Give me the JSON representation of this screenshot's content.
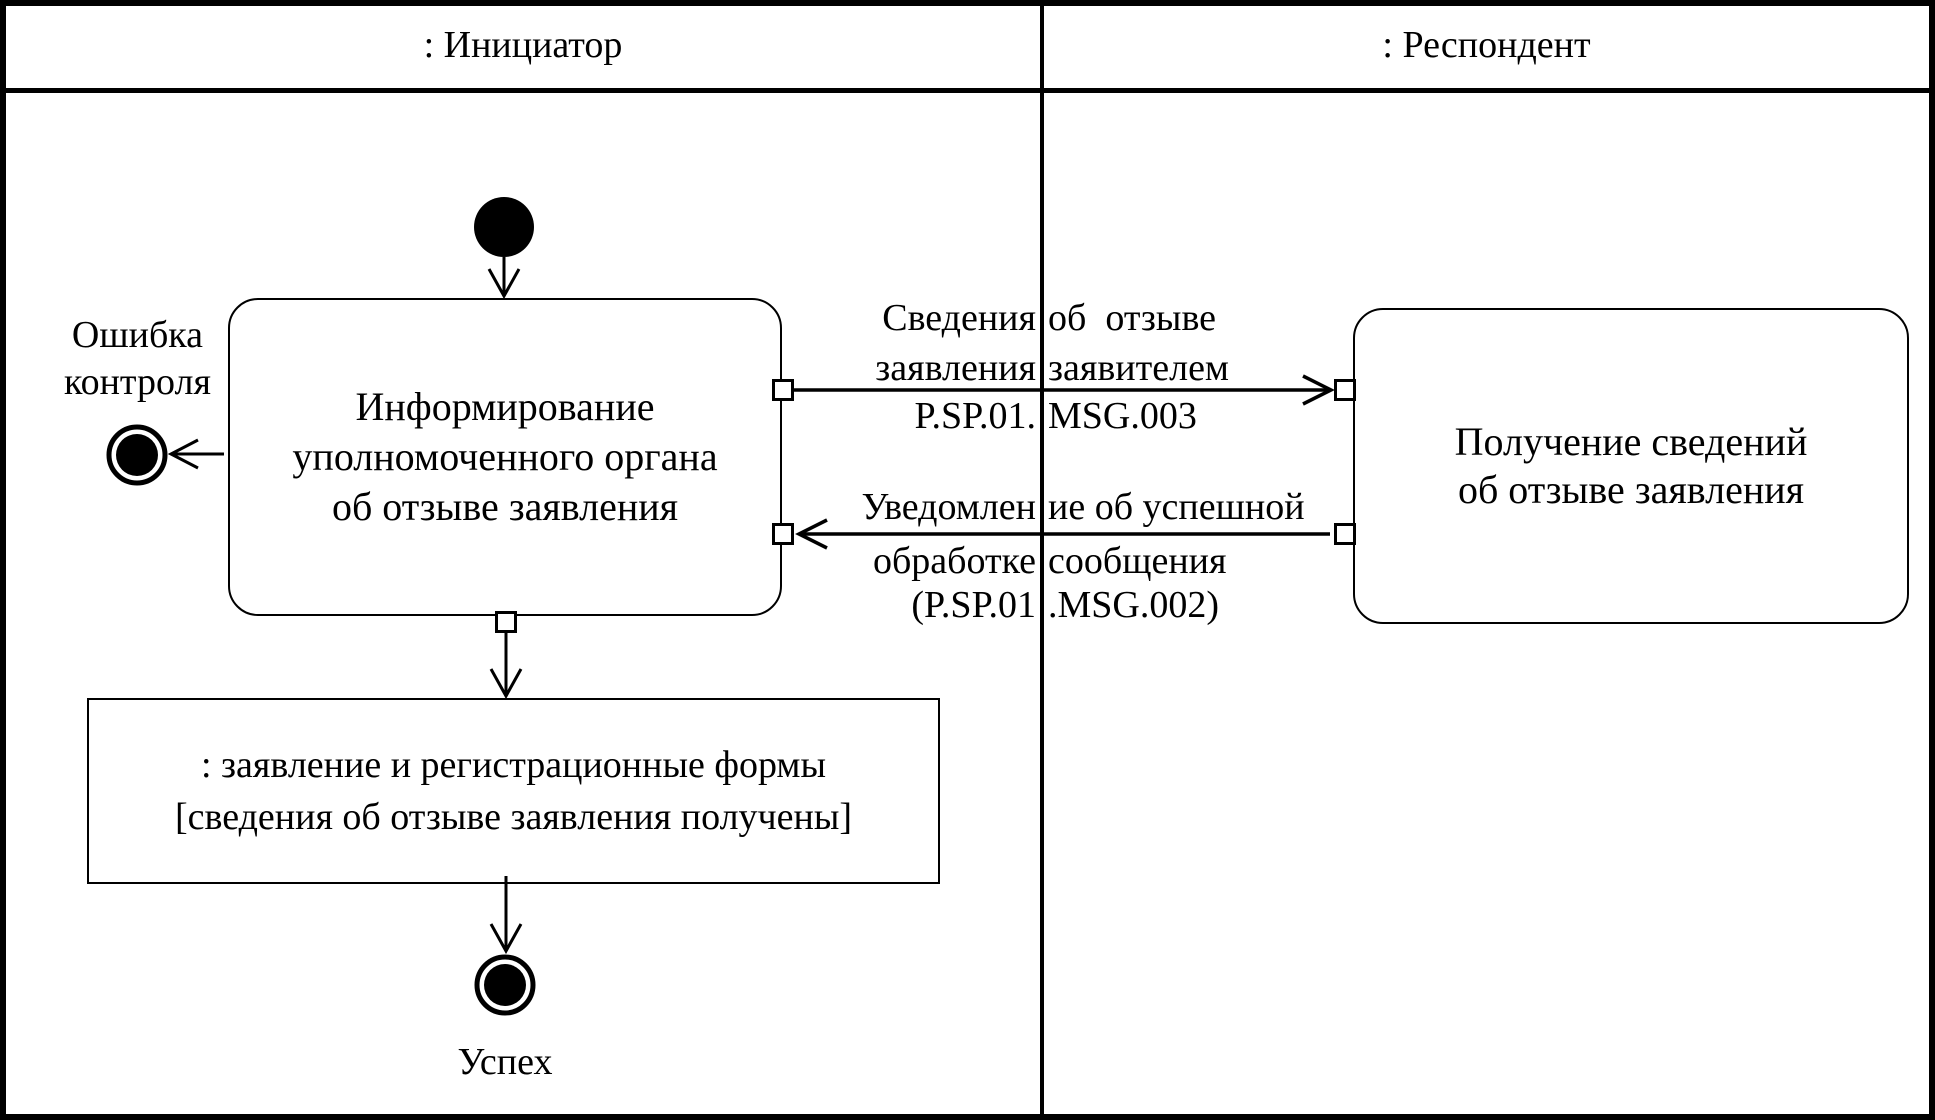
{
  "colors": {
    "ink": "#000000",
    "paper": "#ffffff"
  },
  "header": {
    "lanes": [
      {
        "label": ": Инициатор"
      },
      {
        "label": ": Респондент"
      }
    ]
  },
  "initiator": {
    "activity": {
      "lines": [
        "Информирование",
        "уполномоченного органа",
        "об отзыве заявления"
      ]
    },
    "error_final": {
      "lines": [
        "Ошибка",
        "контроля"
      ]
    },
    "object_node": {
      "lines": [
        ": заявление и регистрационные формы",
        "[сведения об отзыве заявления получены]"
      ]
    },
    "success_final": {
      "label": "Успех"
    }
  },
  "respondent": {
    "activity": {
      "lines": [
        "Получение сведений",
        "об отзыве заявления"
      ]
    }
  },
  "messages": [
    {
      "direction": "initiator-to-respondent",
      "lines": [
        {
          "left": "Сведения",
          "right": "об  отзыве"
        },
        {
          "left": "заявления",
          "right": "заявителем"
        },
        {
          "left": "P.SP.01.",
          "right": "MSG.003"
        }
      ]
    },
    {
      "direction": "respondent-to-initiator",
      "lines": [
        {
          "left": "Уведомлен",
          "right": "ие об успешной"
        },
        {
          "left": "обработке",
          "right": "сообщения"
        },
        {
          "left": "(P.SP.01",
          "right": ".MSG.002)"
        }
      ]
    }
  ]
}
